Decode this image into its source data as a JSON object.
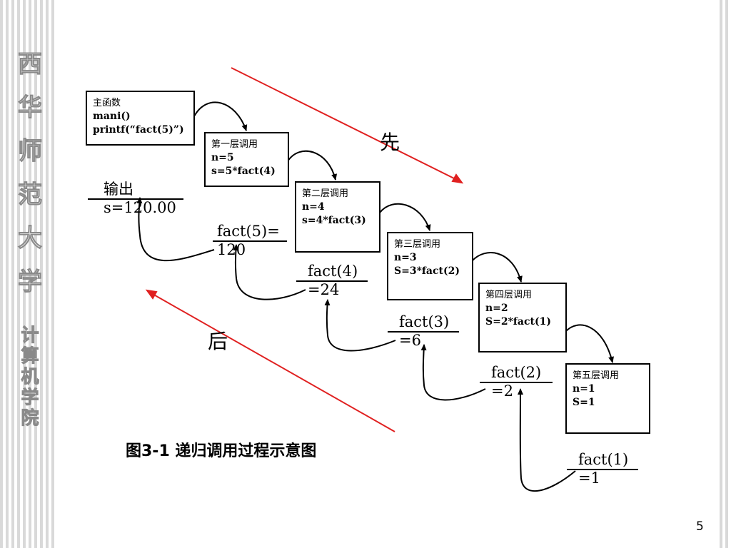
{
  "sidebar": {
    "university": "西华师范大学",
    "department": "计算机学院"
  },
  "main_box": {
    "line1": "主函数",
    "line2": "mani()",
    "line3": "printf(“fact(5)”)"
  },
  "levels": [
    {
      "title": "第一层调用",
      "n": "n=5",
      "s": "s=5*fact(4)"
    },
    {
      "title": "第二层调用",
      "n": "n=4",
      "s": "s=4*fact(3)"
    },
    {
      "title": "第三层调用",
      "n": "n=3",
      "s": "S=3*fact(2)"
    },
    {
      "title": "第四层调用",
      "n": "n=2",
      "s": "S=2*fact(1)"
    },
    {
      "title": "第五层调用",
      "n": "n=1",
      "s": "S=1"
    }
  ],
  "returns": [
    {
      "top": "输出",
      "bottom": "s=120.00"
    },
    {
      "top": "fact(5)=",
      "bottom": "120"
    },
    {
      "top": "fact(4)",
      "bottom": "=24"
    },
    {
      "top": "fact(3)",
      "bottom": "=6"
    },
    {
      "top": "fact(2)",
      "bottom": "=2"
    },
    {
      "top": "fact(1)",
      "bottom": "=1"
    }
  ],
  "direction": {
    "first": "先",
    "after": "后"
  },
  "caption": "图3-1  递归调用过程示意图",
  "page_number": "5",
  "colors": {
    "arrow_red": "#e02020",
    "stripe": "#d9d9d9"
  }
}
